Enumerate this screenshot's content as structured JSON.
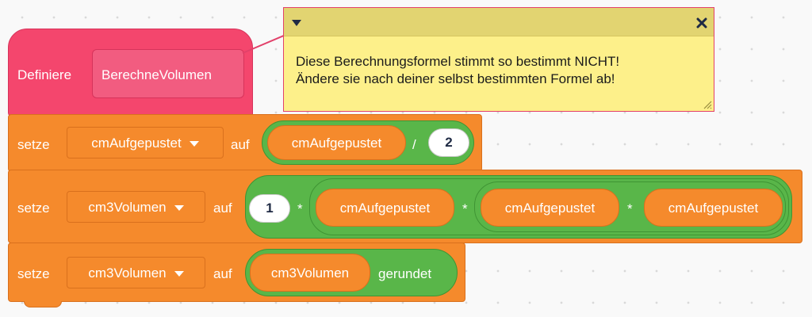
{
  "define_block": {
    "label": "Definiere",
    "name": "BerechneVolumen"
  },
  "comment": {
    "line1": "Diese Berechnungsformel stimmt so bestimmt NICHT!",
    "line2": "Ändere sie nach deiner selbst bestimmten Formel ab!",
    "collapse_icon": "caret-down-icon",
    "close_icon": "close-icon"
  },
  "blocks": [
    {
      "keyword": "setze",
      "variable": "cmAufgepustet",
      "connector": "auf",
      "operand_left": "cmAufgepustet",
      "operator": "/",
      "operand_right": "2"
    },
    {
      "keyword": "setze",
      "variable": "cm3Volumen",
      "connector": "auf",
      "factor1": "1",
      "op1": "*",
      "factor2": "cmAufgepustet",
      "op2": "*",
      "factor3": "cmAufgepustet",
      "op3": "*",
      "factor4": "cmAufgepustet"
    },
    {
      "keyword": "setze",
      "variable": "cm3Volumen",
      "connector": "auf",
      "reporter": "cm3Volumen",
      "function": "gerundet"
    }
  ],
  "colors": {
    "define": "#f4466d",
    "variables": "#f58a2c",
    "operators": "#59b649",
    "comment": "#fdf08a"
  }
}
